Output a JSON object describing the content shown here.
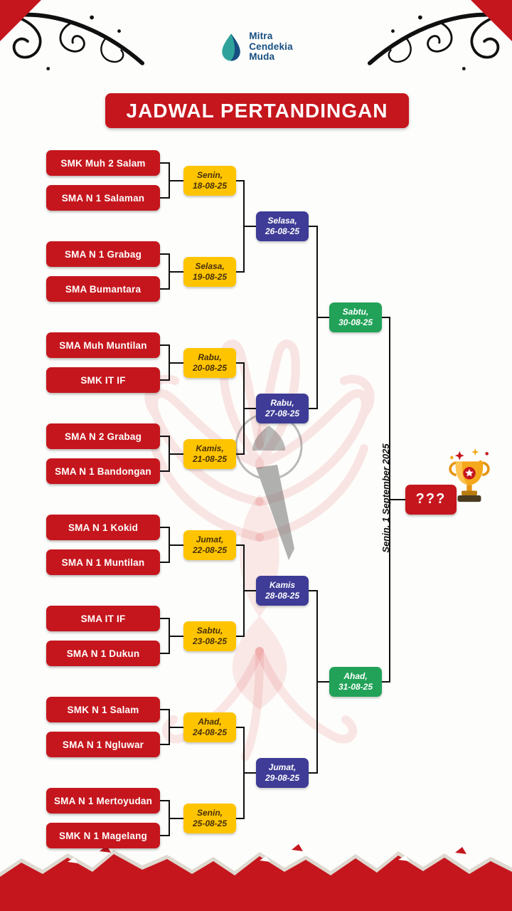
{
  "header": {
    "title": "JADWAL PERTANDINGAN"
  },
  "logo": {
    "line1": "Mitra",
    "line2": "Cendekia",
    "line3": "Muda"
  },
  "icons": {
    "trophy": "gold-trophy-with-star-badge",
    "logo": "water-drop"
  },
  "colors": {
    "red": "#C5161D",
    "yellow": "#FFC400",
    "blue": "#3E3C96",
    "green": "#21A258",
    "logo_blue": "#174F82",
    "logo_teal": "#2FA39B"
  },
  "bracket": {
    "teams": [
      "SMK Muh 2 Salam",
      "SMA N 1 Salaman",
      "SMA N 1 Grabag",
      "SMA Bumantara",
      "SMA Muh Muntilan",
      "SMK IT IF",
      "SMA N 2 Grabag",
      "SMA N 1 Bandongan",
      "SMA N 1 Kokid",
      "SMA N 1 Muntilan",
      "SMA IT IF",
      "SMA N 1 Dukun",
      "SMK N 1 Salam",
      "SMA N 1 Ngluwar",
      "SMA N 1 Mertoyudan",
      "SMK N 1 Magelang"
    ],
    "round1": [
      {
        "day": "Senin,",
        "date": "18-08-25"
      },
      {
        "day": "Selasa,",
        "date": "19-08-25"
      },
      {
        "day": "Rabu,",
        "date": "20-08-25"
      },
      {
        "day": "Kamis,",
        "date": "21-08-25"
      },
      {
        "day": "Jumat,",
        "date": "22-08-25"
      },
      {
        "day": "Sabtu,",
        "date": "23-08-25"
      },
      {
        "day": "Ahad,",
        "date": "24-08-25"
      },
      {
        "day": "Senin,",
        "date": "25-08-25"
      }
    ],
    "round2": [
      {
        "day": "Selasa,",
        "date": "26-08-25"
      },
      {
        "day": "Rabu,",
        "date": "27-08-25"
      },
      {
        "day": "Kamis",
        "date": "28-08-25"
      },
      {
        "day": "Jumat,",
        "date": "29-08-25"
      }
    ],
    "semifinal": [
      {
        "day": "Sabtu,",
        "date": "30-08-25"
      },
      {
        "day": "Ahad,",
        "date": "31-08-25"
      }
    ],
    "final": {
      "label": "Senin, 1 September 2025"
    },
    "champion": {
      "placeholder": "???"
    }
  }
}
